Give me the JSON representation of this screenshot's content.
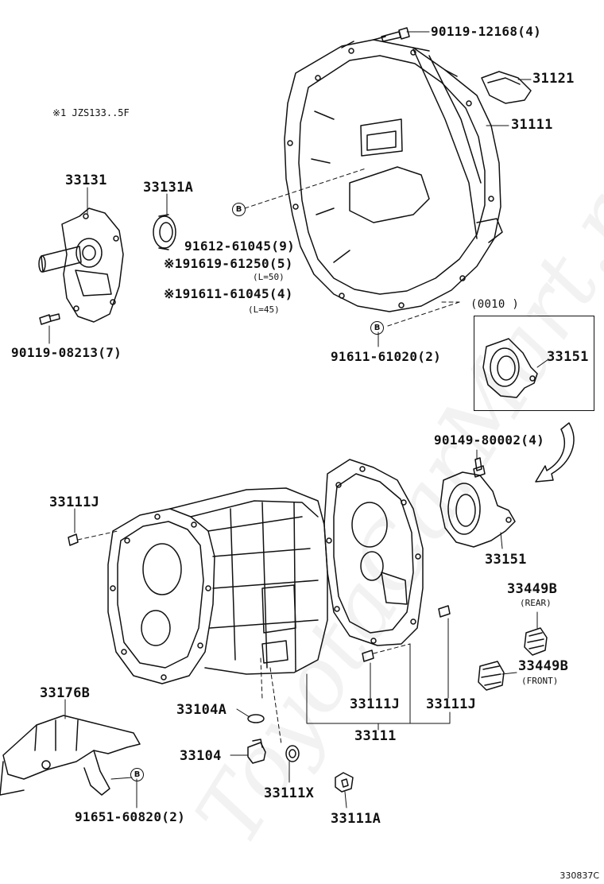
{
  "note": "※1  JZS133..5F",
  "watermark": "ToyotaCarMart.ru",
  "inset_header": "(0010          )",
  "badge_letter": "B",
  "figure_code": "330837C",
  "labels": {
    "p90119_12168": "90119-12168(4)",
    "p31121": "31121",
    "p31111": "31111",
    "p33131": "33131",
    "p33131A": "33131A",
    "p91612_61045": "91612-61045(9)",
    "p91619_61250": "※191619-61250(5)",
    "p91611_61045": "※191611-61045(4)",
    "p90119_08213": "90119-08213(7)",
    "p91611_61020": "91611-61020(2)",
    "p33151_inset": "33151",
    "p90149_80002": "90149-80002(4)",
    "p33111J_left": "33111J",
    "p33151": "33151",
    "p33449B_rear": "33449B",
    "p33449B_front": "33449B",
    "p33176B": "33176B",
    "p33104A": "33104A",
    "p33111J_mid": "33111J",
    "p33111J_right": "33111J",
    "p33111": "33111",
    "p33104": "33104",
    "p33111X": "33111X",
    "p33111A": "33111A",
    "p91651_60820": "91651-60820(2)"
  },
  "sublabels": {
    "l50": "(L=50)",
    "l45": "(L=45)",
    "rear": "(REAR)",
    "front": "(FRONT)"
  }
}
